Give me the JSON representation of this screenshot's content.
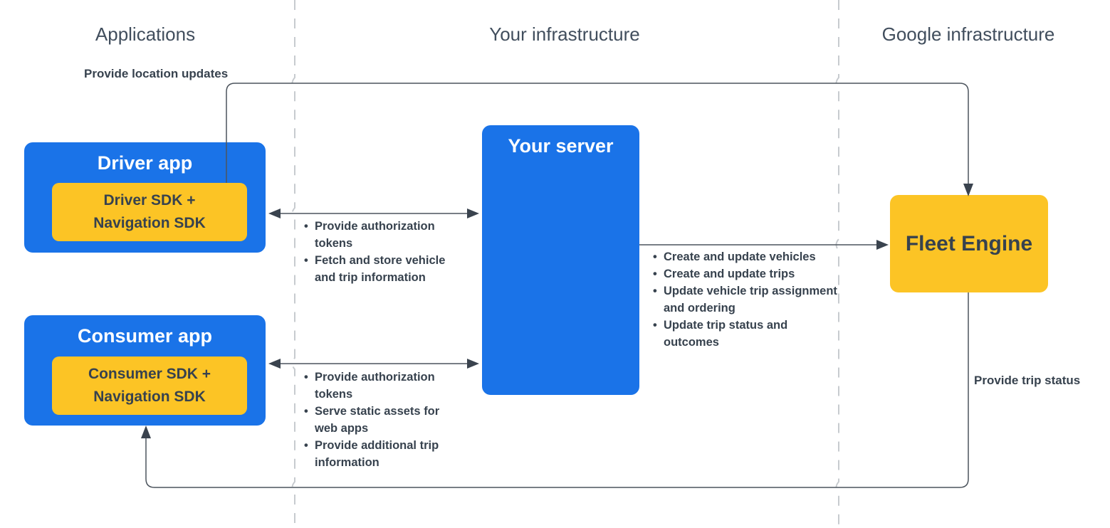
{
  "diagram": {
    "columns": {
      "applications": "Applications",
      "your_infrastructure": "Your infrastructure",
      "google_infrastructure": "Google infrastructure"
    },
    "boxes": {
      "driver_app": {
        "title": "Driver app",
        "sdk_line1": "Driver SDK +",
        "sdk_line2": "Navigation SDK"
      },
      "consumer_app": {
        "title": "Consumer app",
        "sdk_line1": "Consumer SDK +",
        "sdk_line2": "Navigation SDK"
      },
      "your_server": {
        "title": "Your server"
      },
      "fleet_engine": {
        "title": "Fleet Engine"
      }
    },
    "edge_labels": {
      "provide_location_updates": "Provide location updates",
      "provide_trip_status": "Provide trip status"
    },
    "edge_bullets": {
      "driver_to_server": [
        "Provide authorization tokens",
        "Fetch and store vehicle and trip information"
      ],
      "server_to_fleet": [
        "Create and update vehicles",
        "Create and update trips",
        "Update vehicle trip assignment and ordering",
        "Update trip status and outcomes"
      ],
      "consumer_to_server": [
        "Provide authorization tokens",
        "Serve static assets for web apps",
        "Provide additional trip information"
      ]
    },
    "colors": {
      "blue": "#1a73e8",
      "yellow": "#fcc425",
      "text_dark": "#37424e",
      "header_gray": "#414e5d",
      "line": "#4c545d",
      "arrowhead": "#3a434e",
      "dashed": "#c7cbcf",
      "white": "#ffffff"
    }
  }
}
